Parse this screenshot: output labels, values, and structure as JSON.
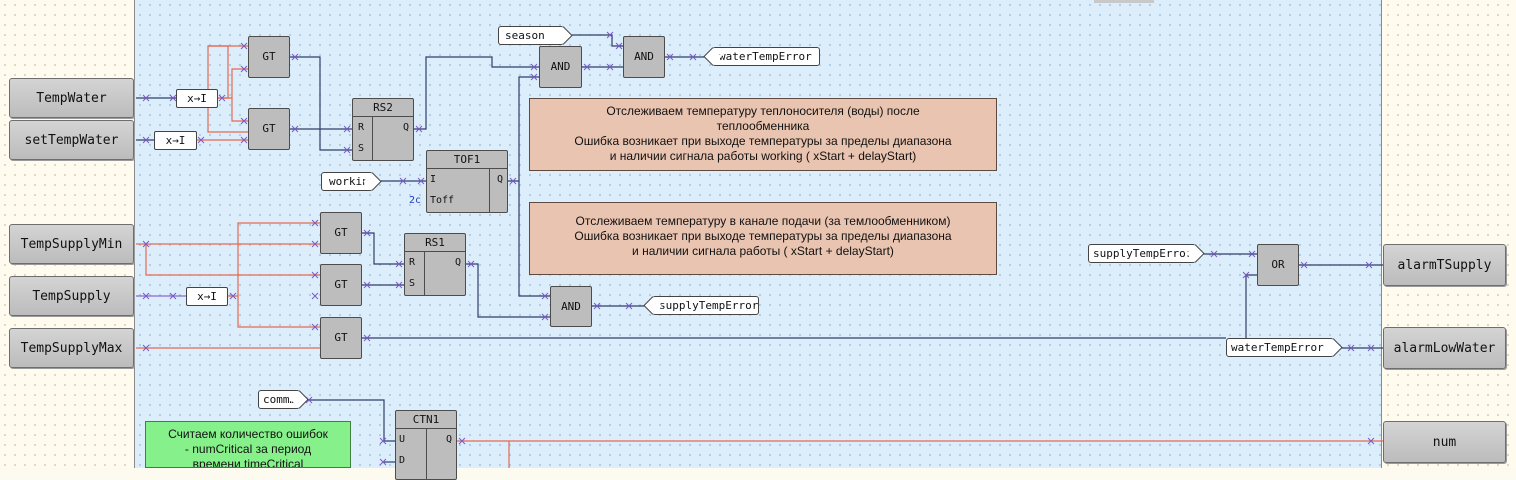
{
  "inputs": {
    "temp_water": "TempWater",
    "set_temp_water": "setTempWater",
    "temp_supply_min": "TempSupplyMin",
    "temp_supply": "TempSupply",
    "temp_supply_max": "TempSupplyMax"
  },
  "outputs": {
    "alarm_t_supply": "alarmTSupply",
    "alarm_low_water": "alarmLowWater",
    "num": "num"
  },
  "blocks": {
    "gt": "GT",
    "and": "AND",
    "or": "OR",
    "rs2": {
      "name": "RS2",
      "pin_r": "R",
      "pin_s": "S",
      "pin_q": "Q"
    },
    "rs1": {
      "name": "RS1",
      "pin_r": "R",
      "pin_s": "S",
      "pin_q": "Q"
    },
    "tof1": {
      "name": "TOF1",
      "pin_i": "I",
      "pin_toff": "Toff",
      "pin_q": "Q",
      "delay": "2c"
    },
    "ctn1": {
      "name": "CTN1",
      "pin_u": "U",
      "pin_d": "D",
      "pin_q": "Q"
    }
  },
  "converters": {
    "x_to_i": "x→I"
  },
  "tags": {
    "season": "season",
    "working": "working",
    "water_temp_error": "waterTempError",
    "supply_temp_error": "supplyTempError",
    "comm": "comm…"
  },
  "notes": {
    "water": [
      "Отслеживаем  температуру   теплоносителя  (воды)  после",
      "теплообменника",
      "Ошибка возникает  при выходе температуры за  пределы  диапазона",
      "и  наличии   сигнала  работы   working  (  xStart  +   delayStart)"
    ],
    "supply": [
      "Отслеживаем  температуру в канале  подачи  (за темлообменником)",
      "Ошибка возникает  при выходе температуры за  пределы  диапазона",
      "и  наличии   сигнала  работы  (  xStart  +   delayStart)"
    ],
    "errors": [
      "Считаем  количество  ошибок",
      "-  numCritical  за  период",
      "времени  timeCritical"
    ]
  },
  "colors": {
    "workarea": "#dceefb",
    "side": "#fffbee",
    "note": "#e9c4b0",
    "note_green": "#86f08a",
    "wire_blue": "#303e6a",
    "wire_red": "#e46a50"
  }
}
